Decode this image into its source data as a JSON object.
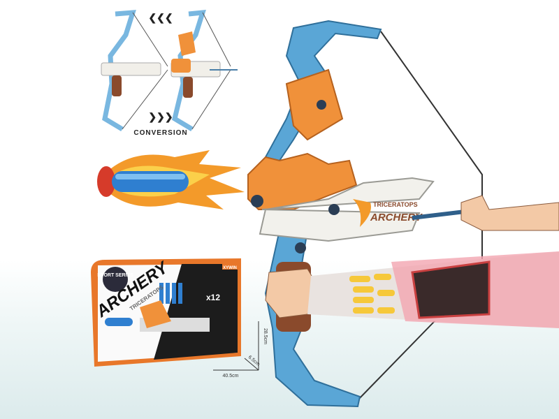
{
  "inset": {
    "caption": "CONVERSION",
    "arrows_left": "❮❮❮",
    "arrows_right": "❯❯❯"
  },
  "bow": {
    "decal_top": "TRICERATOPS",
    "decal_main": "ARCHERY"
  },
  "package": {
    "badge": "SPORT SERIES",
    "title": "ARCHERY",
    "subtitle": "TRICERATOPS",
    "brand": "XYWIN",
    "dart_count": "x12",
    "height": "28.5cm",
    "width": "40.5cm",
    "depth": "6.5cm"
  },
  "colors": {
    "bow_blue": "#5aa6d6",
    "riser_orange": "#f0913a",
    "body_white": "#f2f1ec",
    "grip_brown": "#8a4a2c",
    "dart_blue": "#2f7fd0",
    "flame": "#f39a2a"
  }
}
